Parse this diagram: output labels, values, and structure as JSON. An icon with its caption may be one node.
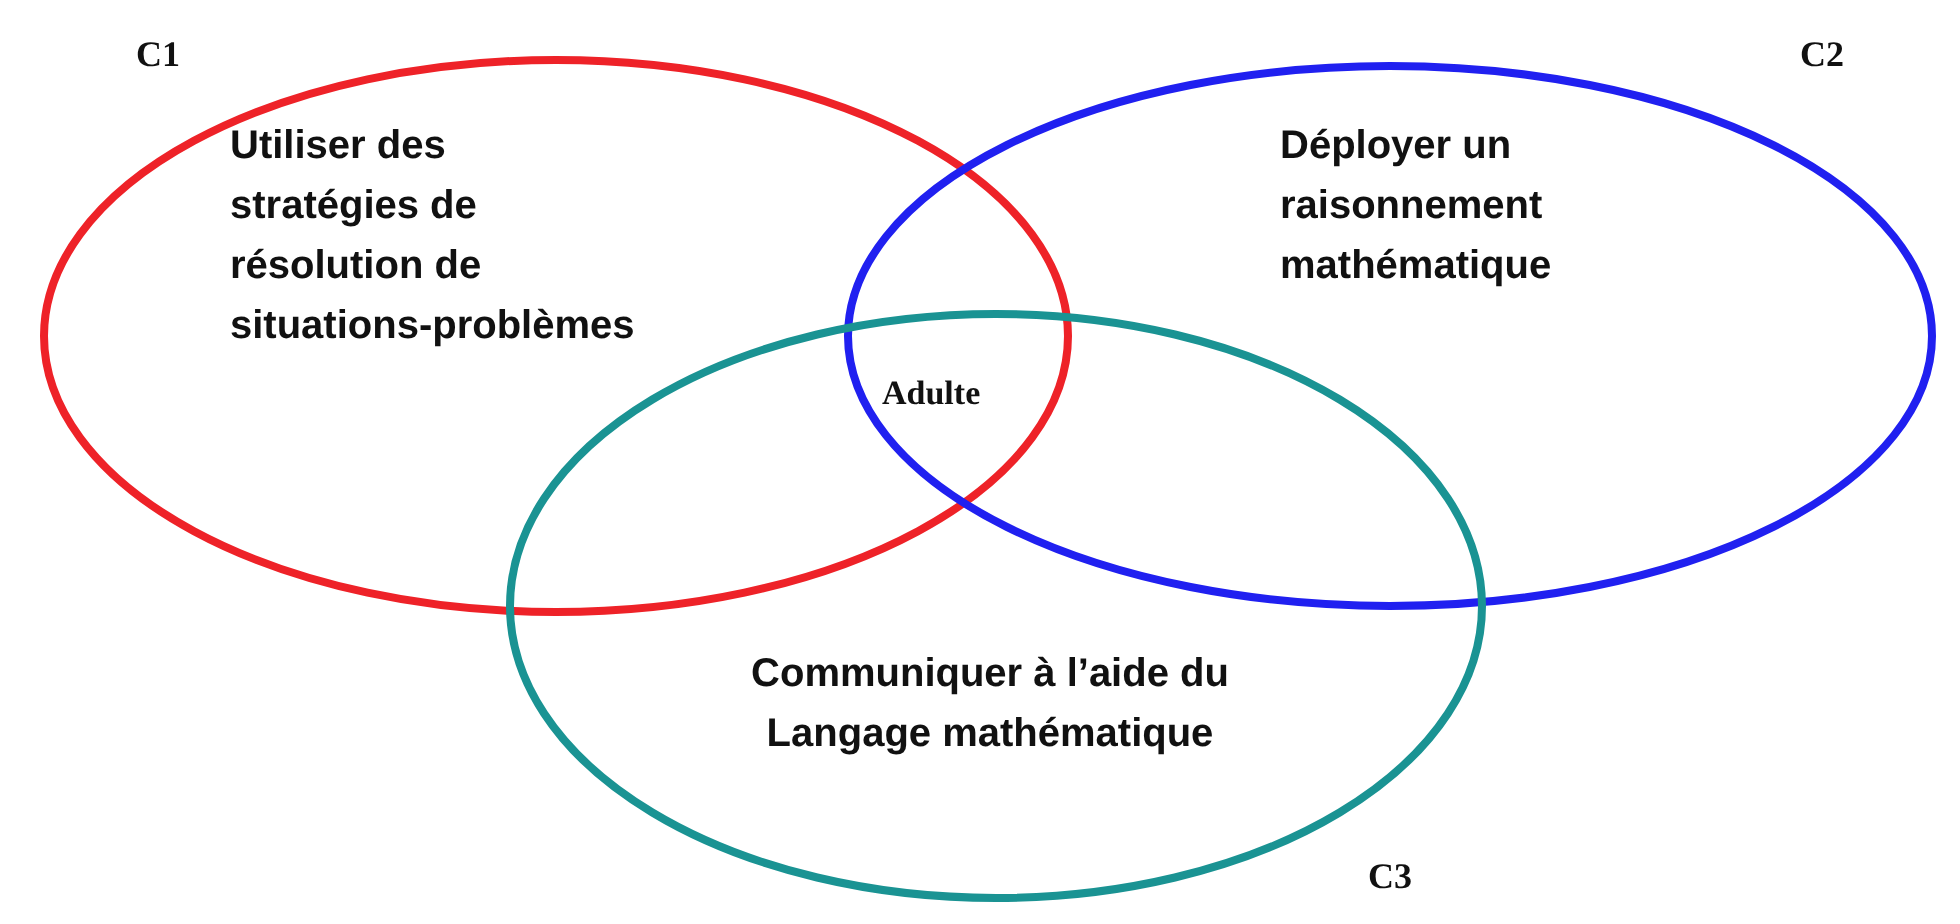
{
  "diagram": {
    "nodes": [
      {
        "text": [
          "Utiliser des stratégies de résolution de situations-problèmes"
        ],
        "beside": [
          "C1"
        ]
      },
      {
        "text": [
          "Déployer un raisonnement mathématique"
        ],
        "beside": [
          "C2"
        ]
      },
      {
        "text": [
          "Communiquer à l’aide du Langage mathématique"
        ],
        "beside": [
          "C3"
        ]
      }
    ],
    "edges": [],
    "labels": [
      "Adulte"
    ]
  }
}
